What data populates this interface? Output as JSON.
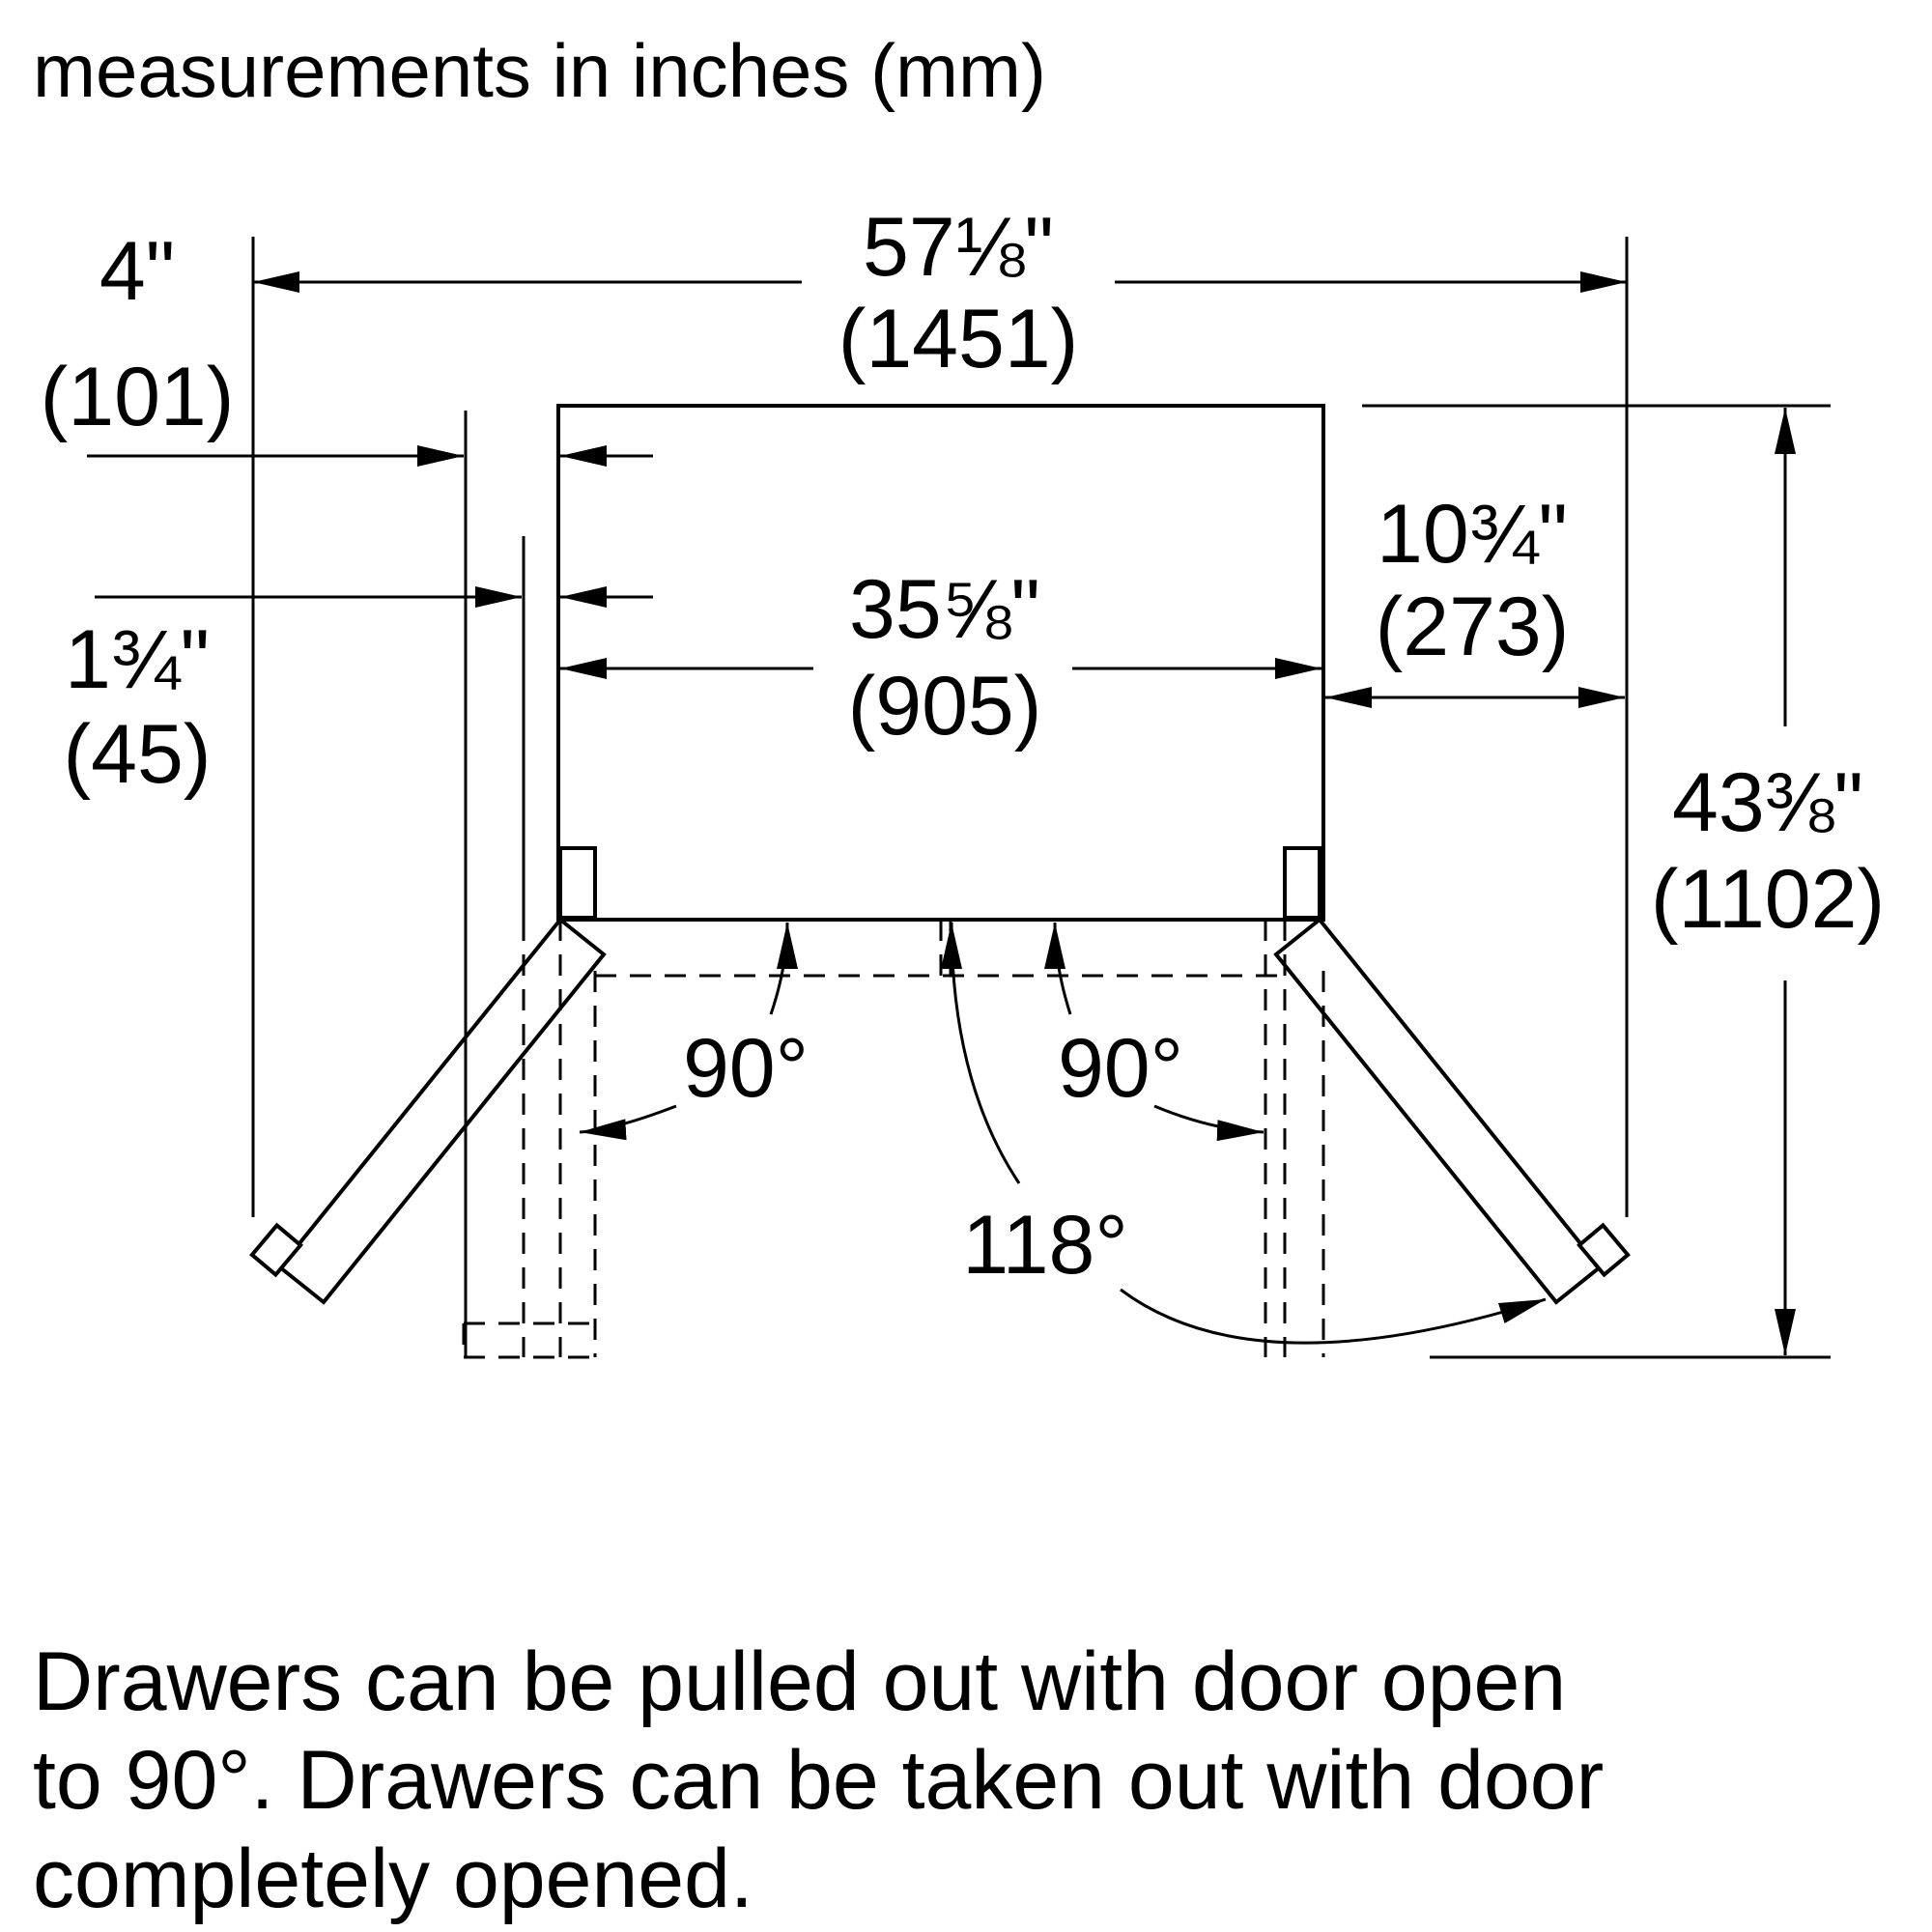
{
  "heading": "measurements in inches (mm)",
  "dimensions": {
    "overall_width": {
      "imperial": "57⅛\"",
      "metric": "(1451)"
    },
    "left_clearance": {
      "imperial": "4\"",
      "metric": "(101)"
    },
    "door_thickness": {
      "imperial": "1¾\"",
      "metric": "(45)"
    },
    "cabinet_width": {
      "imperial": "35⅝\"",
      "metric": "(905)"
    },
    "right_clearance": {
      "imperial": "10¾\"",
      "metric": "(273)"
    },
    "overall_depth": {
      "imperial": "43⅜\"",
      "metric": "(1102)"
    }
  },
  "angles": {
    "left_door": "90°",
    "right_door": "90°",
    "max_opening": "118°"
  },
  "note": "Drawers can be pulled out with door open\nto 90°. Drawers can be taken out with door\ncompletely opened."
}
